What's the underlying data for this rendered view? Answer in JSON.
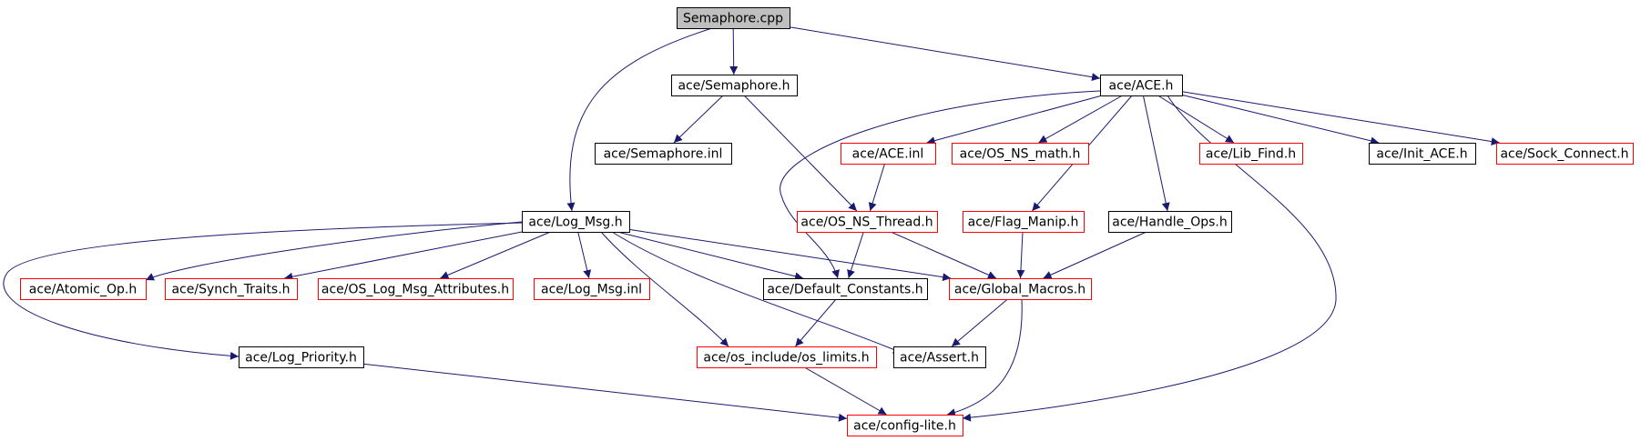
{
  "nodes": [
    {
      "id": "semaphore_cpp",
      "label": "Semaphore.cpp",
      "style": "root"
    },
    {
      "id": "ace_semaphore_h",
      "label": "ace/Semaphore.h",
      "style": "black"
    },
    {
      "id": "ace_ace_h",
      "label": "ace/ACE.h",
      "style": "black"
    },
    {
      "id": "ace_semaphore_inl",
      "label": "ace/Semaphore.inl",
      "style": "black"
    },
    {
      "id": "ace_ace_inl",
      "label": "ace/ACE.inl",
      "style": "red"
    },
    {
      "id": "ace_os_ns_math_h",
      "label": "ace/OS_NS_math.h",
      "style": "red"
    },
    {
      "id": "ace_lib_find_h",
      "label": "ace/Lib_Find.h",
      "style": "red"
    },
    {
      "id": "ace_init_ace_h",
      "label": "ace/Init_ACE.h",
      "style": "black"
    },
    {
      "id": "ace_sock_connect_h",
      "label": "ace/Sock_Connect.h",
      "style": "red"
    },
    {
      "id": "ace_log_msg_h",
      "label": "ace/Log_Msg.h",
      "style": "black"
    },
    {
      "id": "ace_os_ns_thread_h",
      "label": "ace/OS_NS_Thread.h",
      "style": "red"
    },
    {
      "id": "ace_flag_manip_h",
      "label": "ace/Flag_Manip.h",
      "style": "red"
    },
    {
      "id": "ace_handle_ops_h",
      "label": "ace/Handle_Ops.h",
      "style": "black"
    },
    {
      "id": "ace_atomic_op_h",
      "label": "ace/Atomic_Op.h",
      "style": "red"
    },
    {
      "id": "ace_synch_traits_h",
      "label": "ace/Synch_Traits.h",
      "style": "red"
    },
    {
      "id": "ace_os_log_msg_attributes_h",
      "label": "ace/OS_Log_Msg_Attributes.h",
      "style": "red"
    },
    {
      "id": "ace_log_msg_inl",
      "label": "ace/Log_Msg.inl",
      "style": "red"
    },
    {
      "id": "ace_default_constants_h",
      "label": "ace/Default_Constants.h",
      "style": "black"
    },
    {
      "id": "ace_global_macros_h",
      "label": "ace/Global_Macros.h",
      "style": "red"
    },
    {
      "id": "ace_log_priority_h",
      "label": "ace/Log_Priority.h",
      "style": "black"
    },
    {
      "id": "ace_os_include_os_limits_h",
      "label": "ace/os_include/os_limits.h",
      "style": "red"
    },
    {
      "id": "ace_assert_h",
      "label": "ace/Assert.h",
      "style": "black"
    },
    {
      "id": "ace_config_lite_h",
      "label": "ace/config-lite.h",
      "style": "red"
    }
  ],
  "edges": [
    {
      "from": "semaphore_cpp",
      "to": "ace_semaphore_h"
    },
    {
      "from": "semaphore_cpp",
      "to": "ace_ace_h"
    },
    {
      "from": "semaphore_cpp",
      "to": "ace_log_msg_h"
    },
    {
      "from": "ace_semaphore_h",
      "to": "ace_semaphore_inl"
    },
    {
      "from": "ace_semaphore_h",
      "to": "ace_os_ns_thread_h"
    },
    {
      "from": "ace_ace_h",
      "to": "ace_ace_inl"
    },
    {
      "from": "ace_ace_h",
      "to": "ace_os_ns_math_h"
    },
    {
      "from": "ace_ace_h",
      "to": "ace_lib_find_h"
    },
    {
      "from": "ace_ace_h",
      "to": "ace_init_ace_h"
    },
    {
      "from": "ace_ace_h",
      "to": "ace_sock_connect_h"
    },
    {
      "from": "ace_ace_h",
      "to": "ace_flag_manip_h"
    },
    {
      "from": "ace_ace_h",
      "to": "ace_handle_ops_h"
    },
    {
      "from": "ace_ace_h",
      "to": "ace_default_constants_h"
    },
    {
      "from": "ace_ace_h",
      "to": "ace_config_lite_h"
    },
    {
      "from": "ace_ace_inl",
      "to": "ace_os_ns_thread_h"
    },
    {
      "from": "ace_os_ns_thread_h",
      "to": "ace_default_constants_h"
    },
    {
      "from": "ace_os_ns_thread_h",
      "to": "ace_global_macros_h"
    },
    {
      "from": "ace_flag_manip_h",
      "to": "ace_global_macros_h"
    },
    {
      "from": "ace_handle_ops_h",
      "to": "ace_global_macros_h"
    },
    {
      "from": "ace_log_msg_h",
      "to": "ace_atomic_op_h"
    },
    {
      "from": "ace_log_msg_h",
      "to": "ace_synch_traits_h"
    },
    {
      "from": "ace_log_msg_h",
      "to": "ace_os_log_msg_attributes_h"
    },
    {
      "from": "ace_log_msg_h",
      "to": "ace_log_msg_inl"
    },
    {
      "from": "ace_log_msg_h",
      "to": "ace_default_constants_h"
    },
    {
      "from": "ace_log_msg_h",
      "to": "ace_global_macros_h"
    },
    {
      "from": "ace_log_msg_h",
      "to": "ace_log_priority_h"
    },
    {
      "from": "ace_log_msg_h",
      "to": "ace_os_include_os_limits_h"
    },
    {
      "from": "ace_log_msg_h",
      "to": "ace_assert_h"
    },
    {
      "from": "ace_default_constants_h",
      "to": "ace_os_include_os_limits_h"
    },
    {
      "from": "ace_global_macros_h",
      "to": "ace_assert_h"
    },
    {
      "from": "ace_global_macros_h",
      "to": "ace_config_lite_h"
    },
    {
      "from": "ace_log_priority_h",
      "to": "ace_config_lite_h"
    },
    {
      "from": "ace_os_include_os_limits_h",
      "to": "ace_config_lite_h"
    }
  ],
  "colors": {
    "edge": "#191970",
    "border_black": "#000000",
    "border_red": "#ff0000",
    "root_fill": "#bfbfbf",
    "node_fill": "#ffffff",
    "text": "#000000"
  }
}
